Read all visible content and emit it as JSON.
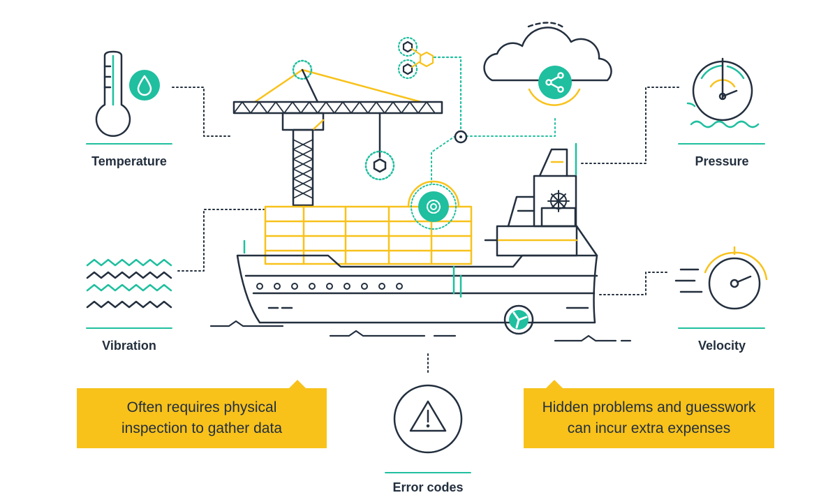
{
  "labels": {
    "temperature": "Temperature",
    "vibration": "Vibration",
    "pressure": "Pressure",
    "velocity": "Velocity",
    "error_codes": "Error codes"
  },
  "callouts": {
    "left": {
      "line1": "Often requires physical",
      "line2": "inspection to gather data"
    },
    "right": {
      "line1": "Hidden problems and guesswork",
      "line2": "can incur extra expenses"
    }
  },
  "colors": {
    "ink": "#232f3e",
    "teal": "#1fbf9f",
    "yellow": "#f8c21b"
  },
  "icons": [
    "thermometer-icon",
    "water-drop-icon",
    "vibration-waves-icon",
    "pressure-gauge-icon",
    "speedometer-icon",
    "warning-triangle-icon",
    "cloud-icon",
    "share-icon",
    "gear-icon",
    "propeller-icon",
    "crane-icon",
    "cargo-ship-icon",
    "hexagon-network-icon",
    "ship-wheel-icon"
  ]
}
